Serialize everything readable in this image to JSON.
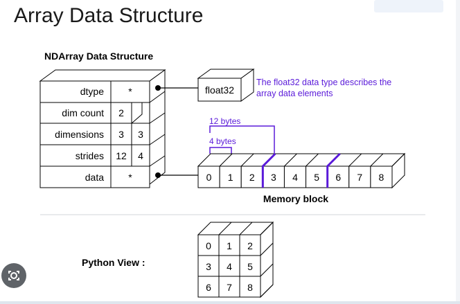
{
  "page": {
    "title": "Array Data Structure"
  },
  "ndarray": {
    "heading": "NDArray Data Structure",
    "rows": [
      {
        "label": "dtype",
        "cells": [
          "*"
        ]
      },
      {
        "label": "dim count",
        "cells": [
          "2"
        ]
      },
      {
        "label": "dimensions",
        "cells": [
          "3",
          "3"
        ]
      },
      {
        "label": "strides",
        "cells": [
          "12",
          "4"
        ]
      },
      {
        "label": "data",
        "cells": [
          "*"
        ]
      }
    ]
  },
  "dtype_box": {
    "label": "float32",
    "note_line1": "The float32 data type describes the",
    "note_line2": "array data elements"
  },
  "memory": {
    "label": "Memory block",
    "cells": [
      "0",
      "1",
      "2",
      "3",
      "4",
      "5",
      "6",
      "7",
      "8"
    ],
    "brace_small": "4 bytes",
    "brace_large": "12 bytes"
  },
  "python_view": {
    "label": "Python View :",
    "grid": [
      [
        "0",
        "1",
        "2"
      ],
      [
        "3",
        "4",
        "5"
      ],
      [
        "6",
        "7",
        "8"
      ]
    ]
  },
  "colors": {
    "accent": "#5a1ad9",
    "line": "#000000",
    "lens": "#5f6368"
  },
  "icons": {
    "lens": "lens-icon"
  }
}
